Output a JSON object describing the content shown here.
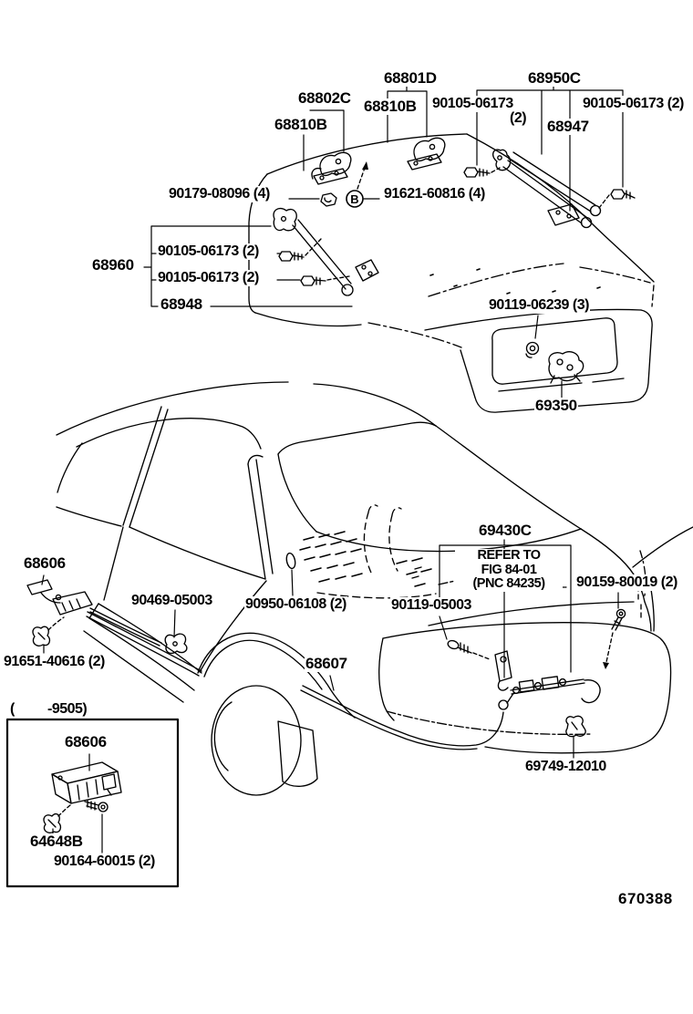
{
  "colors": {
    "line": "#000000",
    "background": "#ffffff"
  },
  "figure_number": "670388",
  "glyphs": {
    "circled_b": "B"
  },
  "note": {
    "line1": "REFER TO",
    "line2": "FIG 84-01",
    "line3": "(PNC 84235)"
  },
  "inset": {
    "paren": "(",
    "code": "-9505)"
  },
  "labels": {
    "l68801D": "68801D",
    "l68950C": "68950C",
    "l68802C": "68802C",
    "l68810B_a": "68810B",
    "l68810B_b": "68810B",
    "l90105_t1": "90105-06173",
    "l90105_t1_qty": "(2)",
    "l90105_t2": "90105-06173 (2)",
    "l68947": "68947",
    "l90179": "90179-08096 (4)",
    "l91621": "91621-60816 (4)",
    "l68960": "68960",
    "l90105_a": "90105-06173 (2)",
    "l90105_b": "90105-06173 (2)",
    "l68948": "68948",
    "l90119_06239": "90119-06239 (3)",
    "l69350": "69350",
    "l69430C": "69430C",
    "l90159": "90159-80019 (2)",
    "l90119_05003": "90119-05003",
    "l68606": "68606",
    "l90469": "90469-05003",
    "l90950": "90950-06108 (2)",
    "l91651": "91651-40616 (2)",
    "l68607": "68607",
    "l68606_inset": "68606",
    "l64648B": "64648B",
    "l90164": "90164-60015 (2)",
    "l69749": "69749-12010"
  }
}
